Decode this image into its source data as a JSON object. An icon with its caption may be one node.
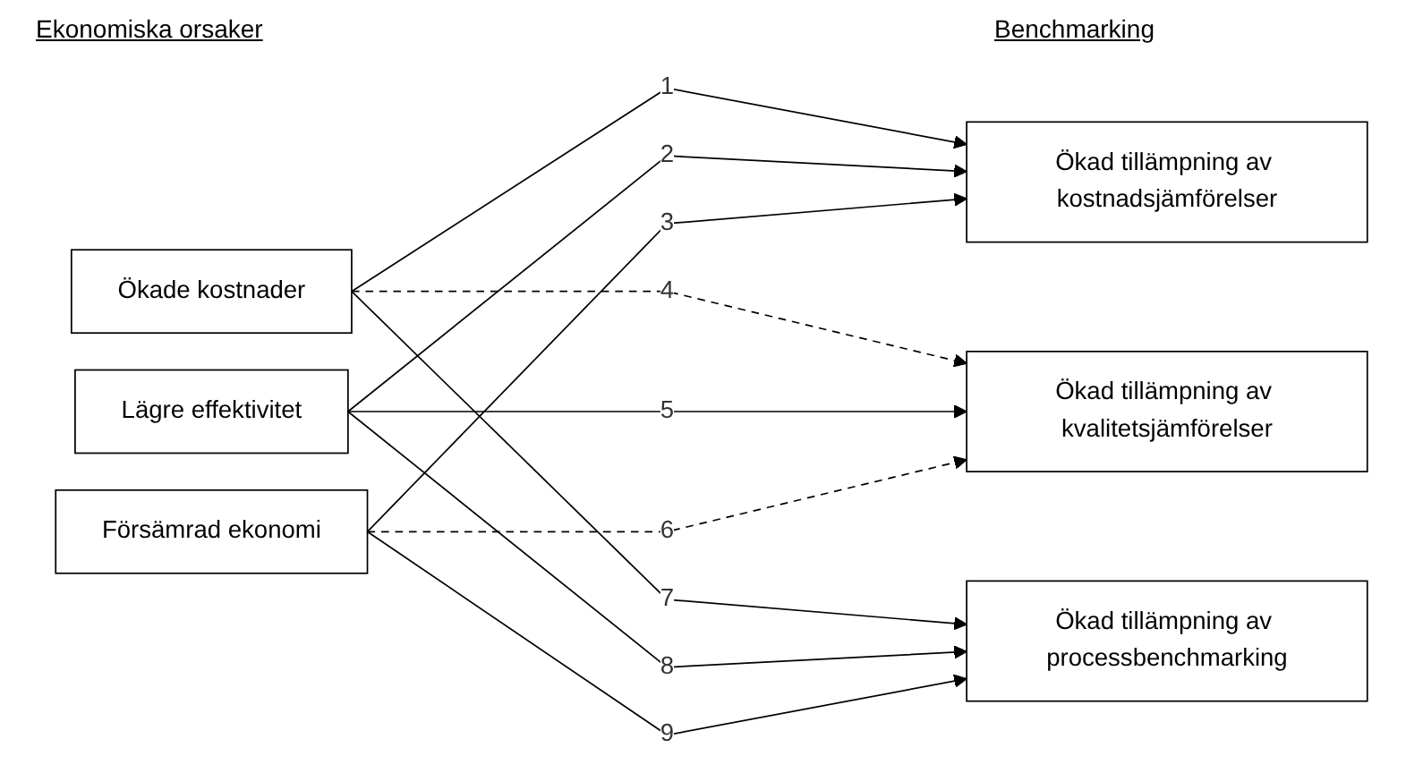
{
  "diagram": {
    "nodes": [
      {
        "text": [
          "Ökade kostnader"
        ]
      },
      {
        "text": [
          "Lägre effektivitet"
        ]
      },
      {
        "text": [
          "Försämrad ekonomi"
        ]
      },
      {
        "text": [
          "Ökad tillämpning av kostnadsjämförelser"
        ]
      },
      {
        "text": [
          "Ökad tillämpning av kvalitetsjämförelser"
        ]
      },
      {
        "text": [
          "Ökad tillämpning av processbenchmarking"
        ]
      }
    ],
    "edges": [
      {
        "from": 0,
        "to": 3,
        "arrow": "to",
        "label": "1"
      },
      {
        "from": 0,
        "to": 4,
        "arrow": "to",
        "label": "4",
        "style": "dashed"
      },
      {
        "from": 0,
        "to": 5,
        "arrow": "to",
        "label": "7"
      },
      {
        "from": 1,
        "to": 3,
        "arrow": "to",
        "label": "2"
      },
      {
        "from": 1,
        "to": 4,
        "arrow": "to",
        "label": "5"
      },
      {
        "from": 1,
        "to": 5,
        "arrow": "to",
        "label": "8"
      },
      {
        "from": 2,
        "to": 3,
        "arrow": "to",
        "label": "3"
      },
      {
        "from": 2,
        "to": 4,
        "arrow": "to",
        "label": "6",
        "style": "dashed"
      },
      {
        "from": 2,
        "to": 5,
        "arrow": "to",
        "label": "9"
      }
    ],
    "labels": [
      "Ekonomiska orsaker",
      "Benchmarking"
    ]
  }
}
